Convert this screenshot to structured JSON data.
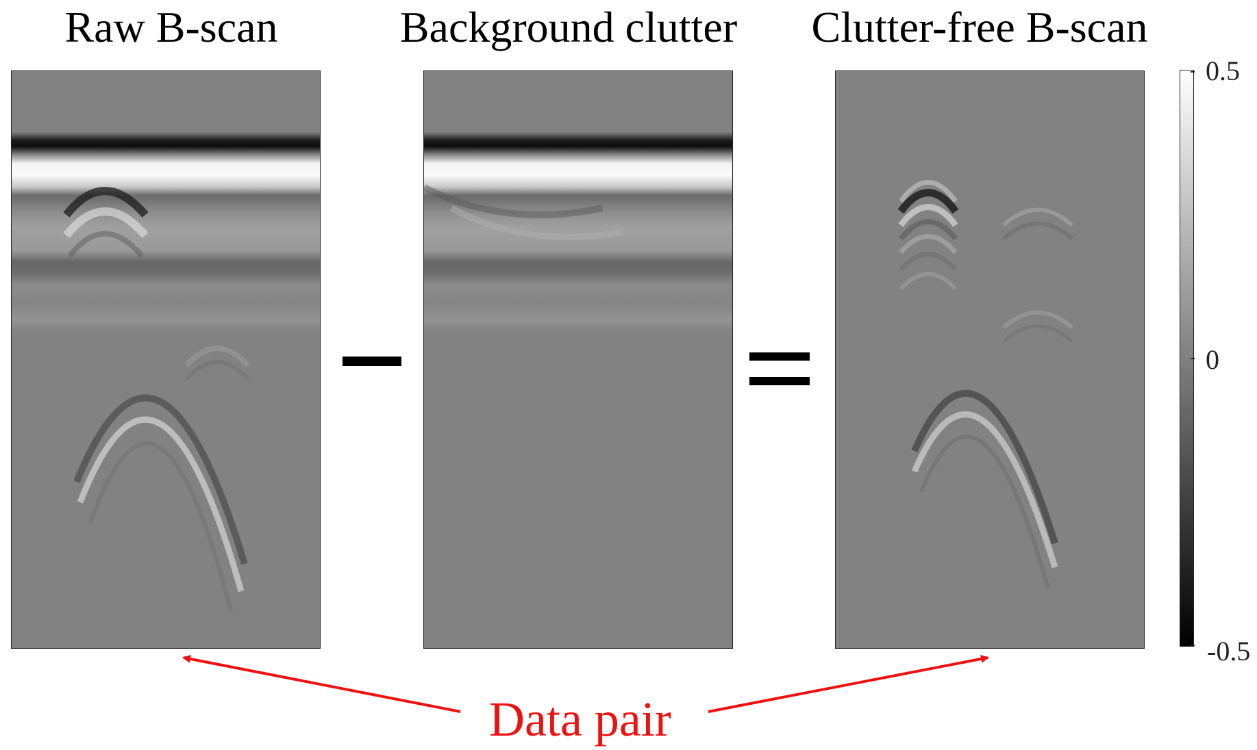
{
  "titles": {
    "raw": "Raw B-scan",
    "background": "Background clutter",
    "clutter_free": "Clutter-free B-scan"
  },
  "operators": {
    "minus": "−",
    "equals": "="
  },
  "colorbar": {
    "max_label": "0.5",
    "mid_label": "0",
    "min_label": "-0.5",
    "range": [
      -0.5,
      0.5
    ],
    "colormap": "gray"
  },
  "annotation": {
    "label": "Data pair",
    "color": "#ee1111"
  },
  "colors": {
    "background_gray": "#828282",
    "frame": "#222222",
    "arrow": "#ee1111"
  }
}
